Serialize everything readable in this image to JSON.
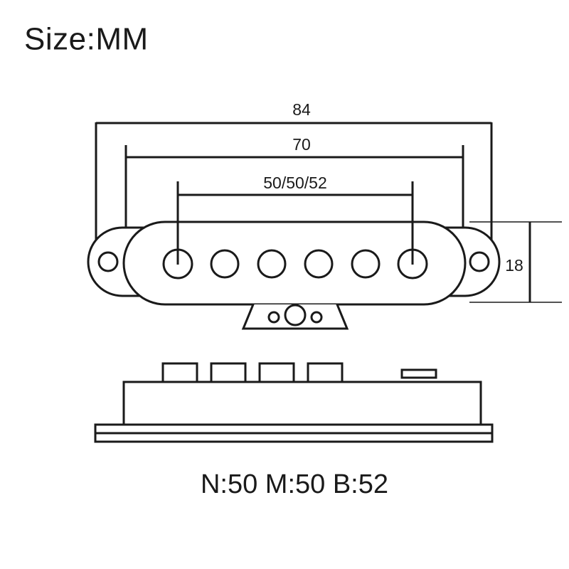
{
  "title": {
    "text": "Size:MM"
  },
  "caption": {
    "text": "N:50 M:50 B:52"
  },
  "dimensions": {
    "overall_width": "84",
    "mounting_hole_spacing": "70",
    "pole_spacing": "50/50/52",
    "height": "18"
  },
  "colors": {
    "line": "#1a1a1a",
    "background": "#ffffff",
    "fill": "#ffffff"
  },
  "drawing": {
    "views": {
      "top_view_label": "top-view",
      "side_view_label": "side-view"
    },
    "pole_pieces_count": 6,
    "mounting_holes_count": 2,
    "tab_holes_count": 3,
    "side_view_tabs_count": 5
  }
}
